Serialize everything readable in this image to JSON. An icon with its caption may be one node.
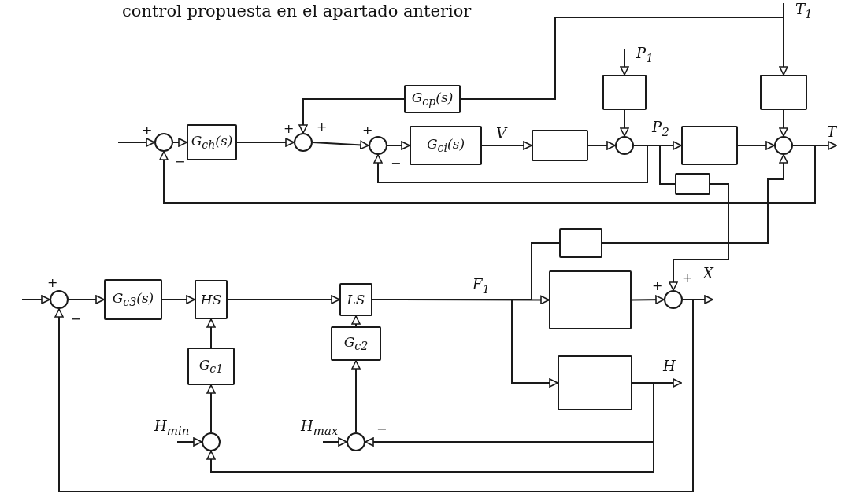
{
  "diagram": {
    "nodes": [
      {
        "text": [],
        "shape": "circle"
      },
      {
        "text": [
          "G$_{ch}$(s)"
        ]
      },
      {
        "text": [],
        "shape": "circle"
      },
      {
        "text": [
          "G$_{cp}$(s)"
        ]
      },
      {
        "text": [],
        "shape": "circle"
      },
      {
        "text": [
          "G$_{ci}$(s)"
        ]
      },
      {
        "text": [],
        "shape": "box"
      },
      {
        "text": [],
        "shape": "box"
      },
      {
        "text": [],
        "shape": "circle"
      },
      {
        "text": [],
        "shape": "box"
      },
      {
        "text": [],
        "shape": "box"
      },
      {
        "text": [],
        "shape": "circle"
      },
      {
        "text": [],
        "shape": "box"
      },
      {
        "text": [],
        "shape": "circle"
      },
      {
        "text": [
          "G$_{c3}$(s)"
        ]
      },
      {
        "text": [
          "HS"
        ]
      },
      {
        "text": [
          "LS"
        ]
      },
      {
        "text": [
          "G$_{c1}$"
        ]
      },
      {
        "text": [
          "G$_{c2}$"
        ]
      },
      {
        "text": [],
        "shape": "circle"
      },
      {
        "text": [],
        "shape": "circle"
      },
      {
        "text": [],
        "shape": "box"
      },
      {
        "text": [],
        "shape": "box"
      },
      {
        "text": [],
        "shape": "circle"
      },
      {
        "text": [],
        "shape": "box"
      }
    ],
    "edges": [
      {
        "from": null,
        "to": 0,
        "arrow": "to"
      },
      {
        "from": 0,
        "to": 1,
        "arrow": "to"
      },
      {
        "from": 1,
        "to": 2,
        "arrow": "to"
      },
      {
        "from": 3,
        "to": 2,
        "arrow": "to"
      },
      {
        "from": null,
        "to": 3,
        "arrow": "none"
      },
      {
        "from": null,
        "to": 10,
        "arrow": "to",
        "label": "T$_{1}$"
      },
      {
        "from": 2,
        "to": 4,
        "arrow": "to"
      },
      {
        "from": 4,
        "to": 5,
        "arrow": "to"
      },
      {
        "from": 5,
        "to": 6,
        "arrow": "to",
        "label": "V"
      },
      {
        "from": 6,
        "to": 8,
        "arrow": "to"
      },
      {
        "from": 7,
        "to": 8,
        "arrow": "to"
      },
      {
        "from": null,
        "to": 7,
        "arrow": "to",
        "label": "P$_{1}$"
      },
      {
        "from": 8,
        "to": 9,
        "arrow": "to",
        "label": "P$_{2}$"
      },
      {
        "from": 9,
        "to": 11,
        "arrow": "to"
      },
      {
        "from": 10,
        "to": 11,
        "arrow": "to"
      },
      {
        "from": 11,
        "to": null,
        "arrow": "to",
        "label": "T"
      },
      {
        "from": 8,
        "to": 4,
        "arrow": "to"
      },
      {
        "from": 8,
        "to": 12,
        "arrow": "none"
      },
      {
        "from": 11,
        "to": 0,
        "arrow": "to"
      },
      {
        "from": 12,
        "to": 23,
        "arrow": "to"
      },
      {
        "from": 21,
        "to": 11,
        "arrow": "to"
      },
      {
        "from": 16,
        "to": 22,
        "arrow": "to",
        "label": "F$_{1}$"
      },
      {
        "from": 16,
        "to": 24,
        "arrow": "to"
      },
      {
        "from": 16,
        "to": 21,
        "arrow": "none"
      },
      {
        "from": 22,
        "to": 23,
        "arrow": "to"
      },
      {
        "from": 23,
        "to": null,
        "arrow": "to",
        "label": "X"
      },
      {
        "from": 23,
        "to": 13,
        "arrow": "to"
      },
      {
        "from": 24,
        "to": 20,
        "arrow": "to"
      },
      {
        "from": 24,
        "to": 19,
        "arrow": "to"
      },
      {
        "from": 24,
        "to": null,
        "arrow": "to",
        "label": "H"
      },
      {
        "from": null,
        "to": 19,
        "arrow": "to",
        "label": "H$_{min}$"
      },
      {
        "from": null,
        "to": 20,
        "arrow": "to",
        "label": "H$_{max}$"
      },
      {
        "from": 19,
        "to": 17,
        "arrow": "to"
      },
      {
        "from": 20,
        "to": 18,
        "arrow": "to"
      },
      {
        "from": 18,
        "to": 16,
        "arrow": "to"
      },
      {
        "from": 17,
        "to": 15,
        "arrow": "to"
      },
      {
        "from": null,
        "to": 13,
        "arrow": "to"
      },
      {
        "from": 13,
        "to": 14,
        "arrow": "to"
      },
      {
        "from": 14,
        "to": 15,
        "arrow": "to"
      },
      {
        "from": 15,
        "to": 16,
        "arrow": "to"
      }
    ],
    "labels": [
      "control propuesta en el apartado anterior",
      "+",
      "+",
      "+",
      "−",
      "+",
      "−",
      "+",
      "+",
      "+",
      "−",
      "−"
    ]
  }
}
